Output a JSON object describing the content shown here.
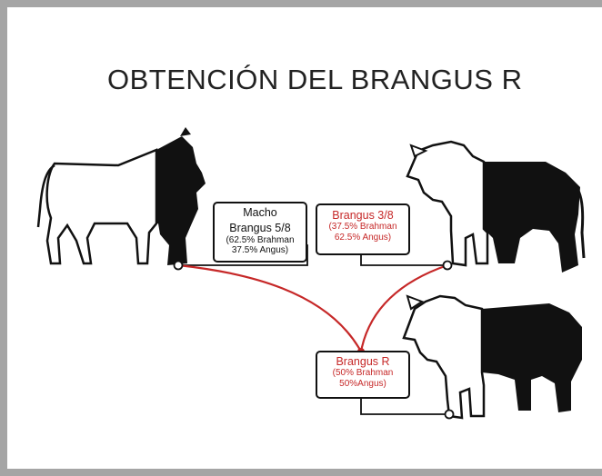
{
  "title": "OBTENCIÓN DEL BRANGUS R",
  "colors": {
    "frame": "#a5a5a5",
    "accent": "#c62828",
    "ink": "#111111"
  },
  "boxes": {
    "macho": {
      "line1": "Macho",
      "line2": "Brangus 5/8",
      "line3": "(62.5% Brahman",
      "line4": "37.5% Angus)"
    },
    "brangus38": {
      "line1": "Brangus 3/8",
      "line2": "(37.5% Brahman",
      "line3": "62.5% Angus)"
    },
    "brangusR": {
      "line1": "Brangus R",
      "line2": "(50% Brahman",
      "line3": "50%Angus)"
    }
  }
}
